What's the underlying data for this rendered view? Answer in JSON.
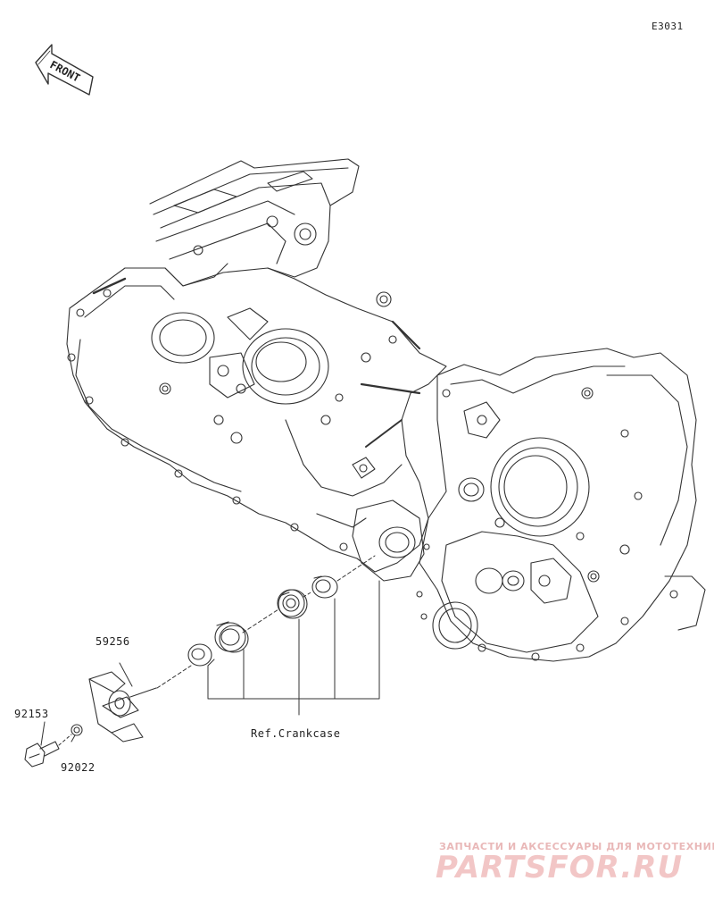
{
  "diagram_code": "E3031",
  "front_label": "FRONT",
  "parts": [
    {
      "number": "59256"
    },
    {
      "number": "92153"
    },
    {
      "number": "92022"
    }
  ],
  "reference_label": "Ref.Crankcase",
  "watermark": {
    "tagline": "ЗАПЧАСТИ И АКСЕССУАРЫ ДЛЯ МОТОТЕХНИКИ",
    "brand": "PARTSFOR.RU",
    "color": "#f2c6c6"
  },
  "line_color": "#333333"
}
